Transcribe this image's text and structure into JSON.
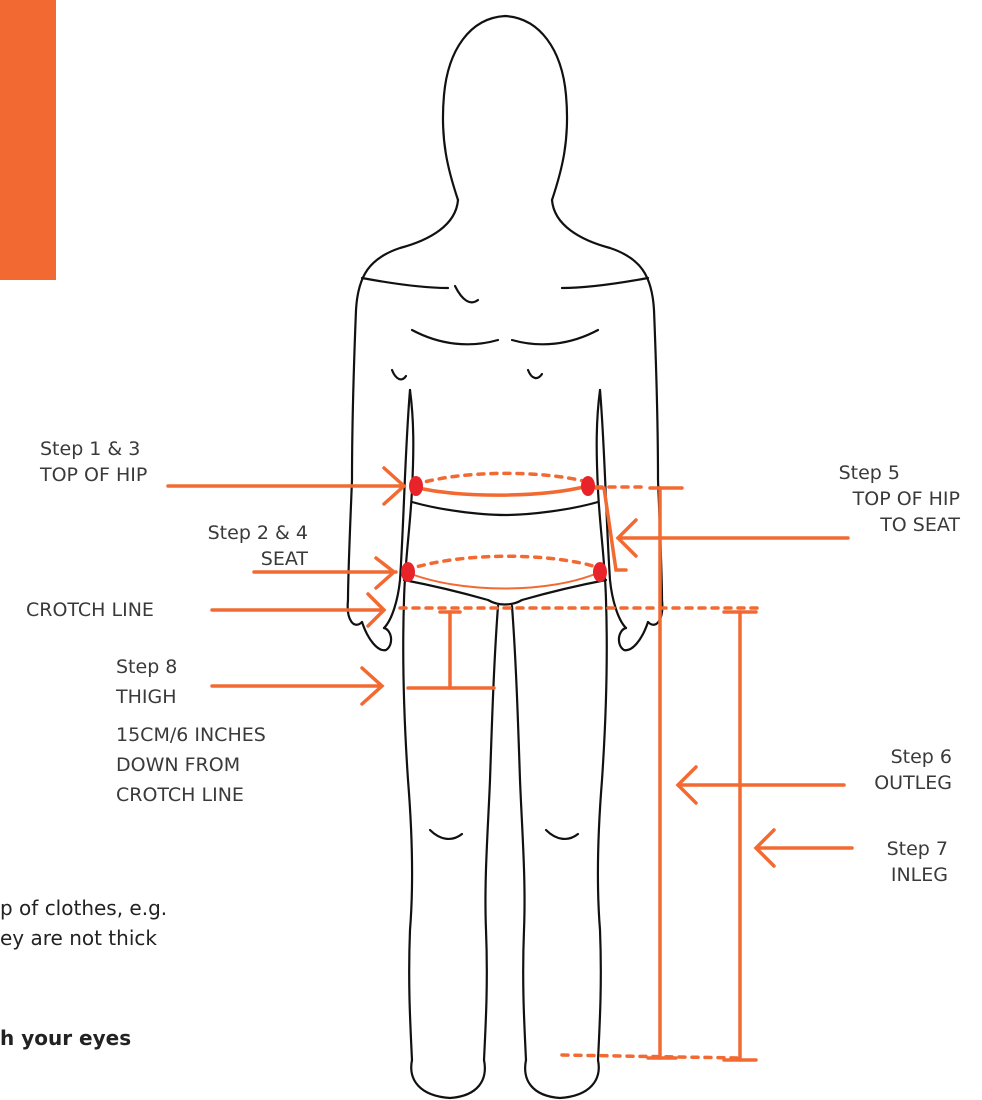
{
  "accent_color": "#f26a32",
  "marker_color": "#e8232a",
  "labels": {
    "step13_a": "Step 1 & 3",
    "step13_b": "TOP OF HIP",
    "step24_a": "Step 2 & 4",
    "step24_b": "SEAT",
    "crotch": "CROTCH LINE",
    "step8_a": "Step 8",
    "step8_b": "THIGH",
    "step8_c": "15CM/6 INCHES",
    "step8_d": "DOWN FROM",
    "step8_e": "CROTCH LINE",
    "step5_a": "Step 5",
    "step5_b": "TOP OF HIP",
    "step5_c": "TO SEAT",
    "step6_a": "Step 6",
    "step6_b": "OUTLEG",
    "step7_a": "Step 7",
    "step7_b": "INLEG"
  },
  "body_text": {
    "line1": "p of clothes, e.g.",
    "line2": "ey are not thick",
    "line3": "h your eyes"
  }
}
